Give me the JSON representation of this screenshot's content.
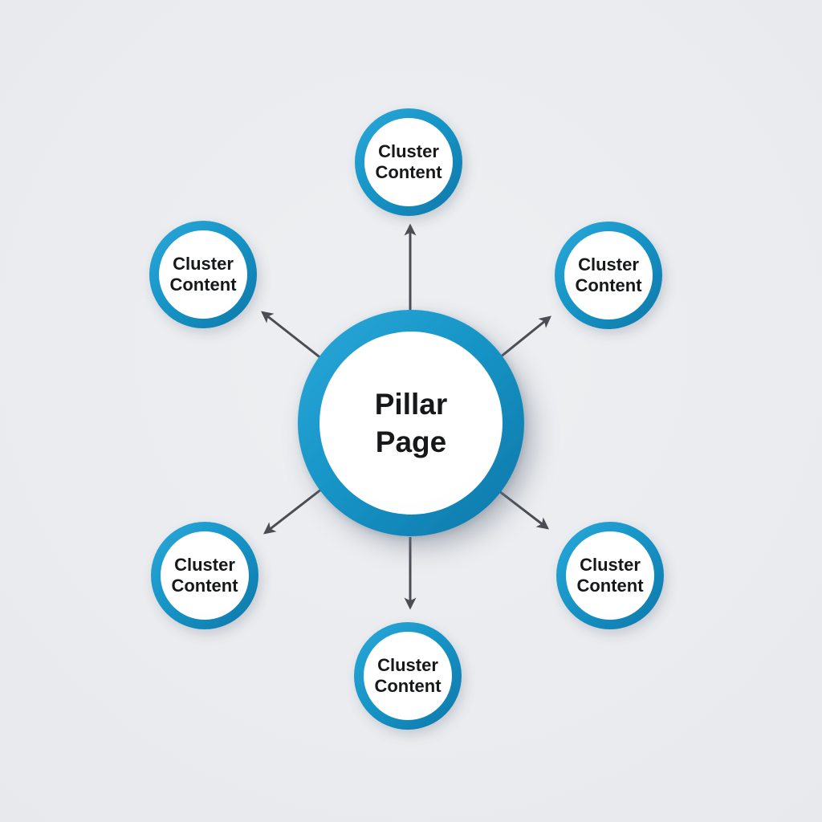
{
  "diagram": {
    "type": "hub-and-spoke",
    "style": {
      "background_color": "#eaecef",
      "ring_gradient_start": "#2ca8da",
      "ring_gradient_end": "#0e77a9",
      "node_fill_color": "#ffffff",
      "arrow_color": "#4a4e54",
      "text_color": "#16181a"
    },
    "nodes": {
      "center": {
        "id": "pillar-page",
        "label": "Pillar Page",
        "lines": [
          "Pillar",
          "Page"
        ]
      },
      "satellites": [
        {
          "id": "cluster-top",
          "position": "top",
          "label": "Cluster Content",
          "lines": [
            "Cluster",
            "Content"
          ]
        },
        {
          "id": "cluster-upper-left",
          "position": "upper-left",
          "label": "Cluster Content",
          "lines": [
            "Cluster",
            "Content"
          ]
        },
        {
          "id": "cluster-upper-right",
          "position": "upper-right",
          "label": "Cluster Content",
          "lines": [
            "Cluster",
            "Content"
          ]
        },
        {
          "id": "cluster-lower-left",
          "position": "lower-left",
          "label": "Cluster Content",
          "lines": [
            "Cluster",
            "Content"
          ]
        },
        {
          "id": "cluster-lower-right",
          "position": "lower-right",
          "label": "Cluster Content",
          "lines": [
            "Cluster",
            "Content"
          ]
        },
        {
          "id": "cluster-bottom",
          "position": "bottom",
          "label": "Cluster Content",
          "lines": [
            "Cluster",
            "Content"
          ]
        }
      ]
    },
    "edges": [
      {
        "from": "pillar-page",
        "to": "cluster-top",
        "direction": "outward"
      },
      {
        "from": "pillar-page",
        "to": "cluster-upper-left",
        "direction": "outward"
      },
      {
        "from": "pillar-page",
        "to": "cluster-upper-right",
        "direction": "outward"
      },
      {
        "from": "pillar-page",
        "to": "cluster-lower-left",
        "direction": "outward"
      },
      {
        "from": "pillar-page",
        "to": "cluster-lower-right",
        "direction": "outward"
      },
      {
        "from": "pillar-page",
        "to": "cluster-bottom",
        "direction": "outward"
      }
    ]
  }
}
